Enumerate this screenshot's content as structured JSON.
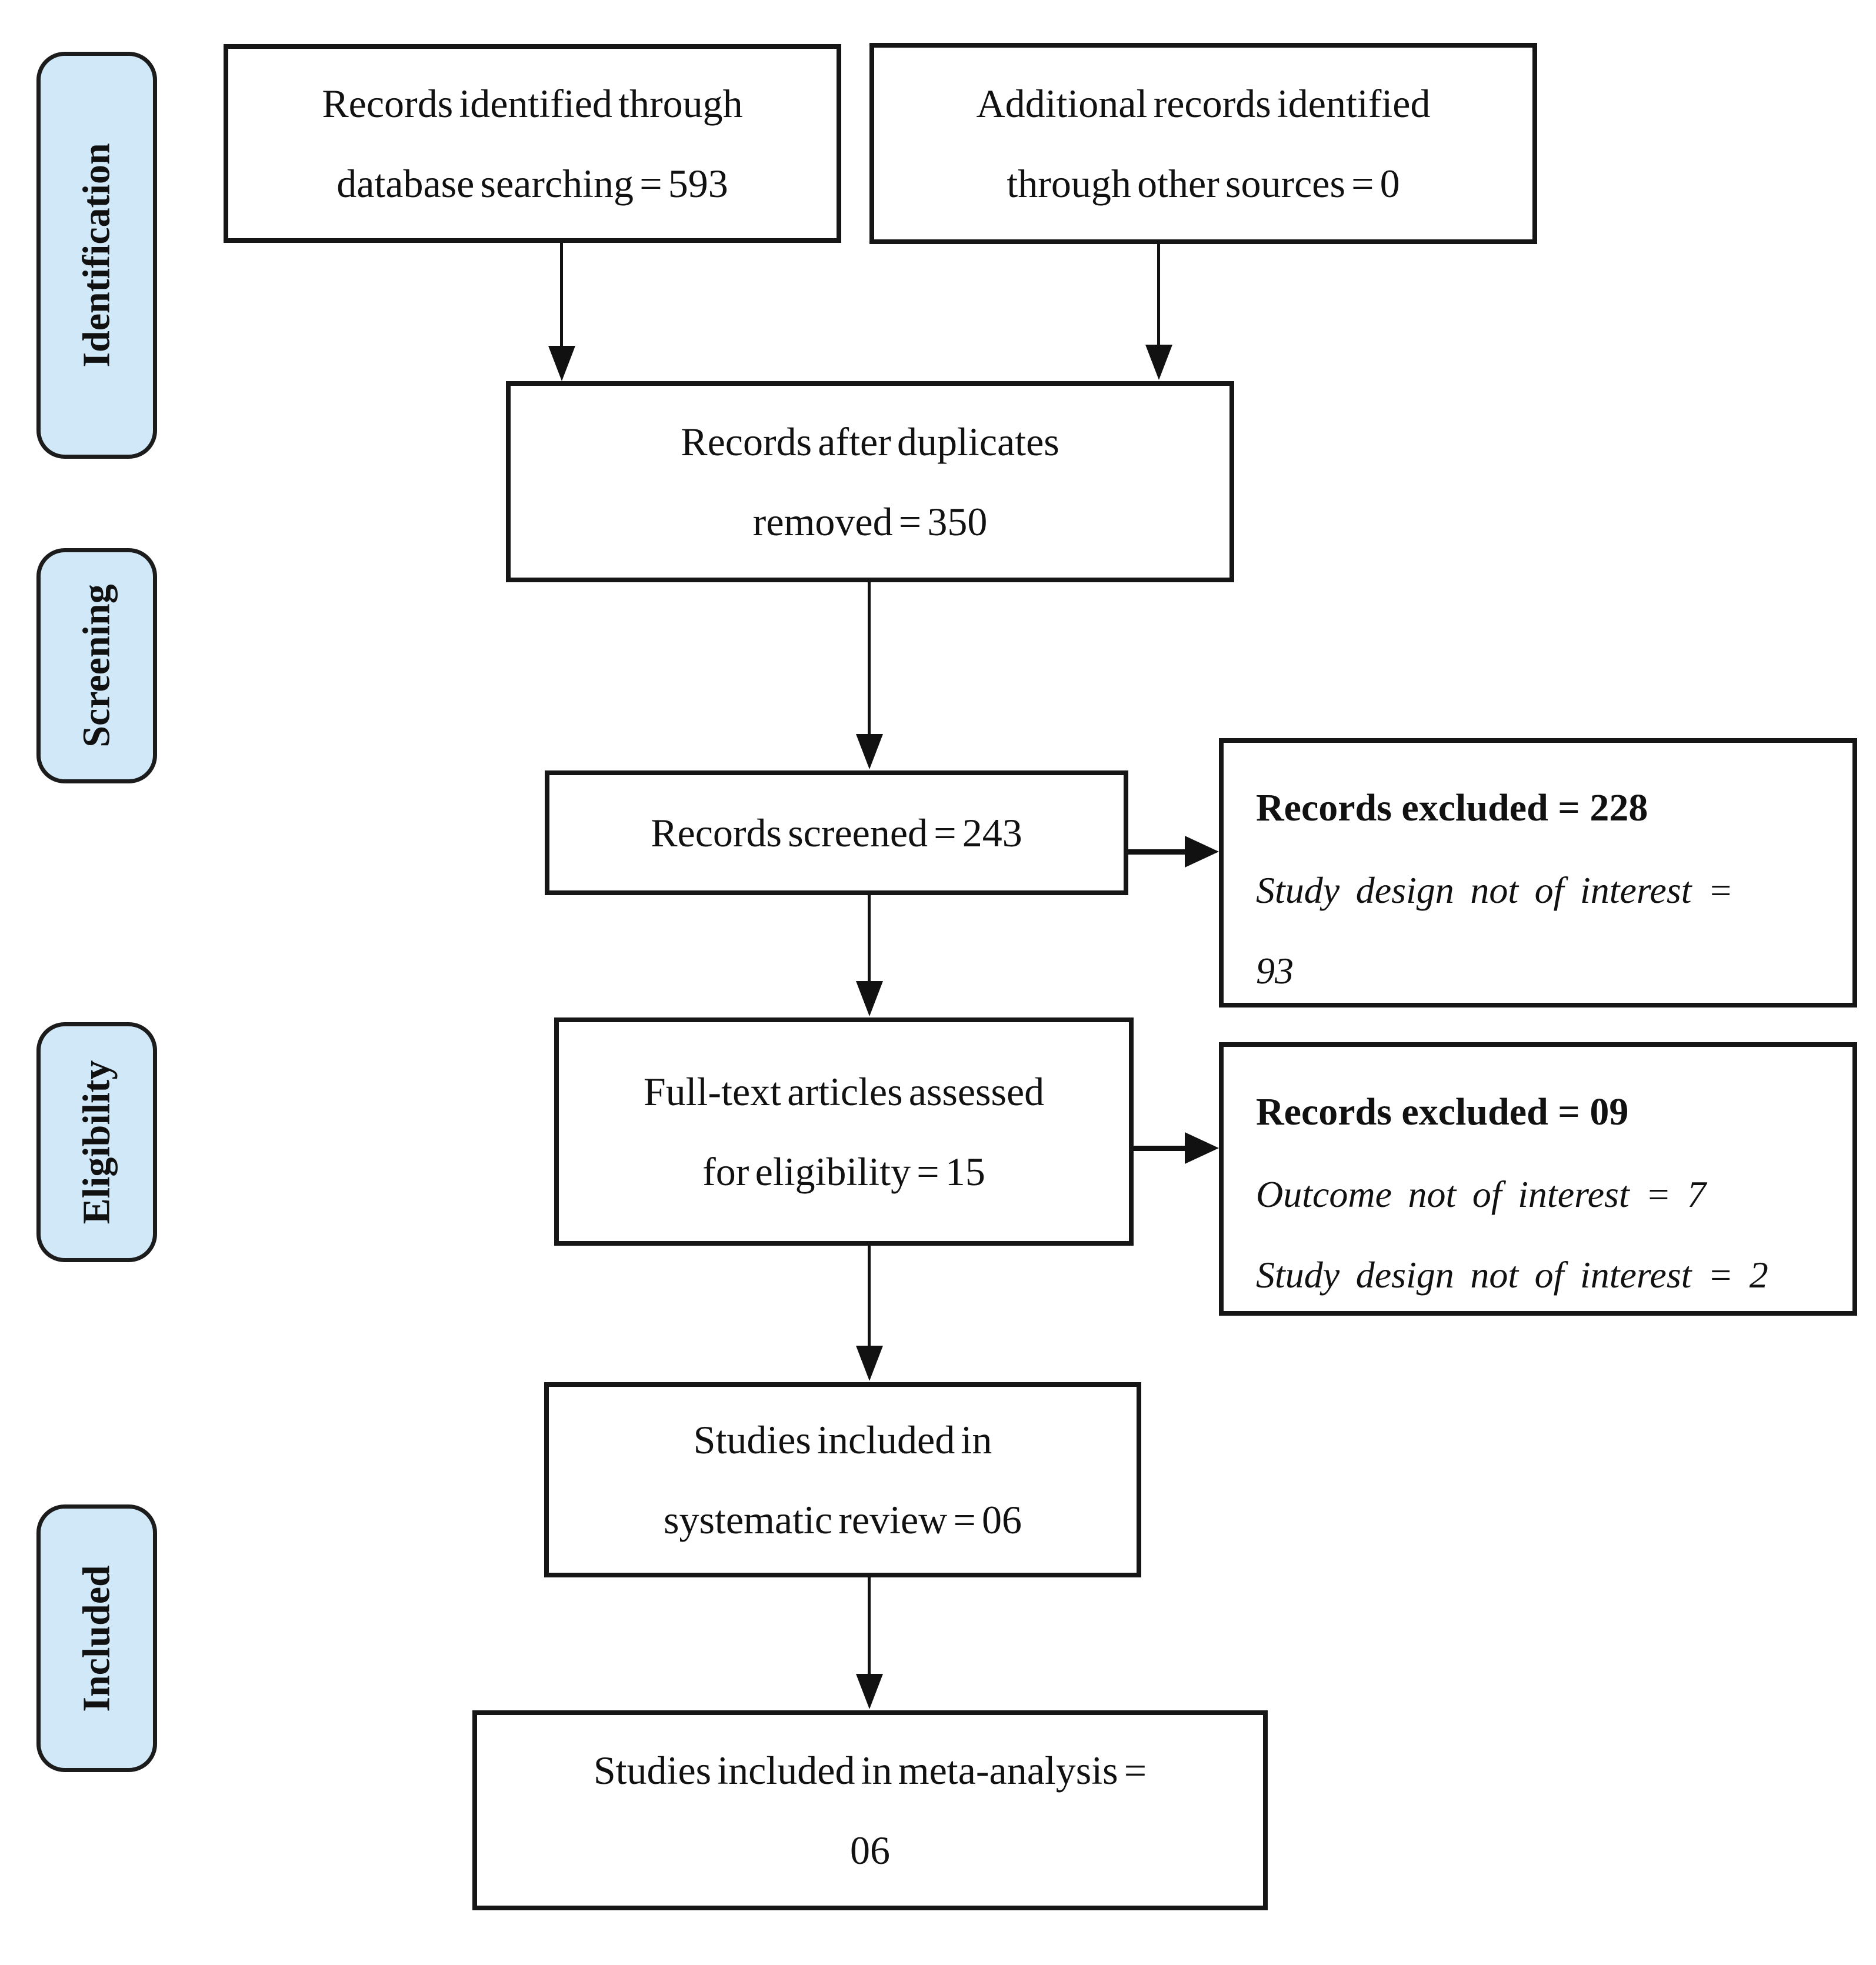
{
  "sidebar": {
    "identification": "Identification",
    "screening": "Screening",
    "eligibility": "Eligibility",
    "included": "Included"
  },
  "flow": {
    "db_search": {
      "line1": "Records identified through",
      "line2": "database searching = 593"
    },
    "other_sources": {
      "line1": "Additional records identified",
      "line2": "through other sources = 0"
    },
    "after_duplicates": {
      "line1": "Records after duplicates",
      "line2": "removed = 350"
    },
    "screened": {
      "line1": "Records screened = 243"
    },
    "full_text": {
      "line1": "Full-text articles assessed",
      "line2": "for eligibility = 15"
    },
    "systematic_review": {
      "line1": "Studies included in",
      "line2": "systematic review = 06"
    },
    "meta_analysis": {
      "line1": "Studies included in meta-analysis =",
      "line2": "06"
    }
  },
  "exclusions": {
    "screening": {
      "title": "Records excluded = 228",
      "reason_line1": "Study design not of interest =",
      "reason_line2": "93"
    },
    "full_text": {
      "title": "Records excluded = 09",
      "reason_line1": "Outcome not of interest = 7",
      "reason_line2": "Study design not of interest = 2"
    }
  },
  "colors": {
    "stage_fill": "#d0e8f8",
    "stage_border": "#1c1c1c",
    "box_border": "#161616",
    "arrow": "#111111",
    "background": "#ffffff"
  }
}
